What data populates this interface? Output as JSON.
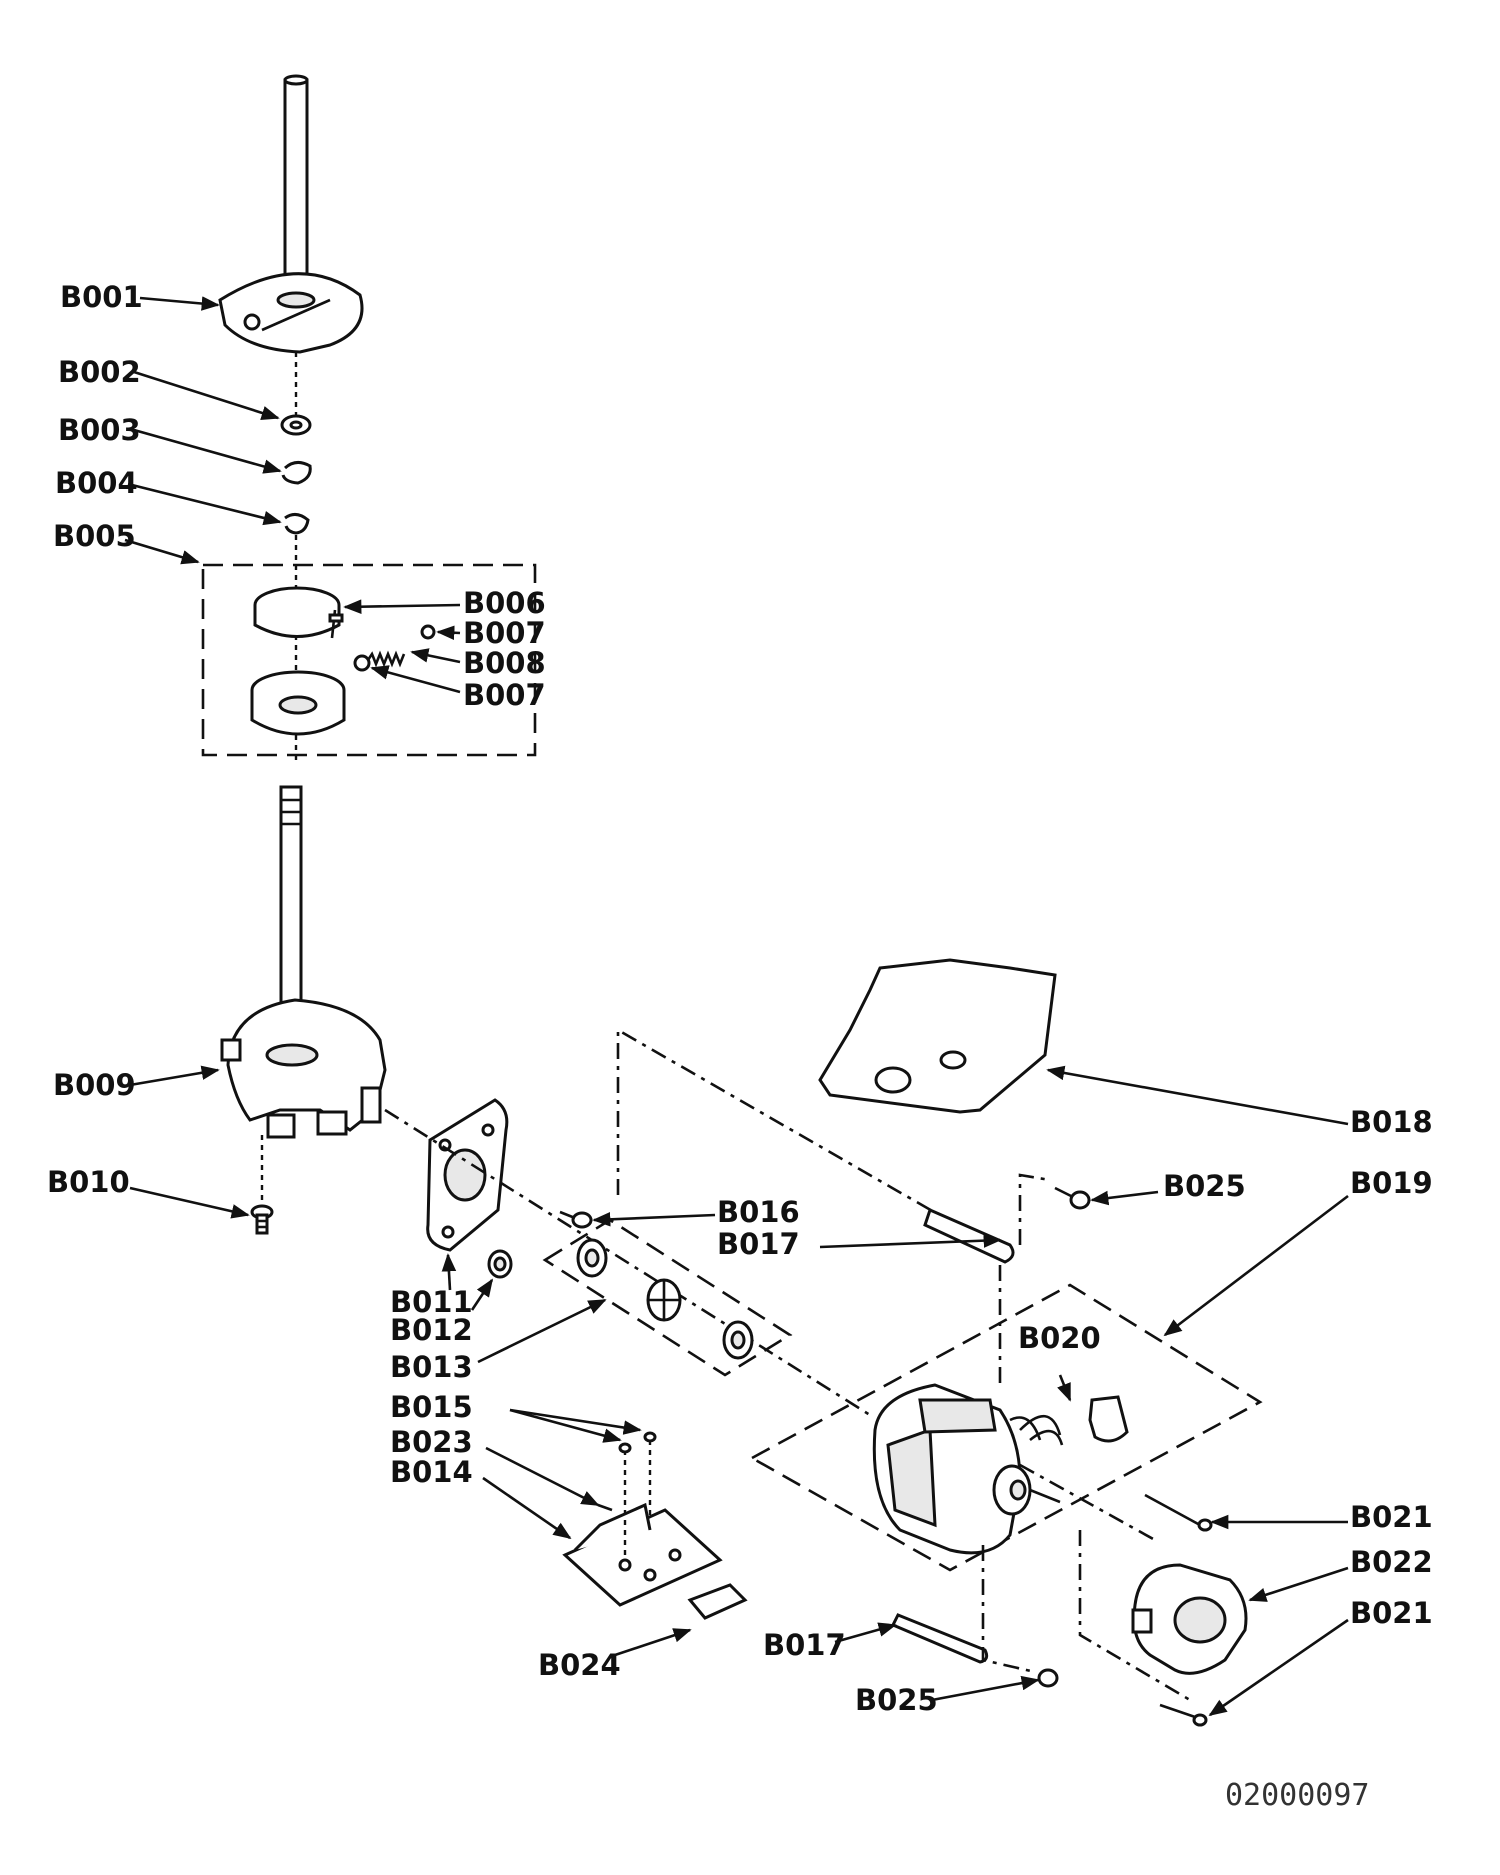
{
  "labels": {
    "b001": "B001",
    "b002": "B002",
    "b003": "B003",
    "b004": "B004",
    "b005": "B005",
    "b006": "B006",
    "b007a": "B007",
    "b008": "B008",
    "b007b": "B007",
    "b009": "B009",
    "b010": "B010",
    "b011": "B011",
    "b012": "B012",
    "b013": "B013",
    "b015": "B015",
    "b023": "B023",
    "b014": "B014",
    "b016": "B016",
    "b017a": "B017",
    "b018": "B018",
    "b025a": "B025",
    "b019": "B019",
    "b020": "B020",
    "b021a": "B021",
    "b022": "B022",
    "b021b": "B021",
    "b024": "B024",
    "b017b": "B017",
    "b025b": "B025"
  },
  "drawing_number": "02000097"
}
